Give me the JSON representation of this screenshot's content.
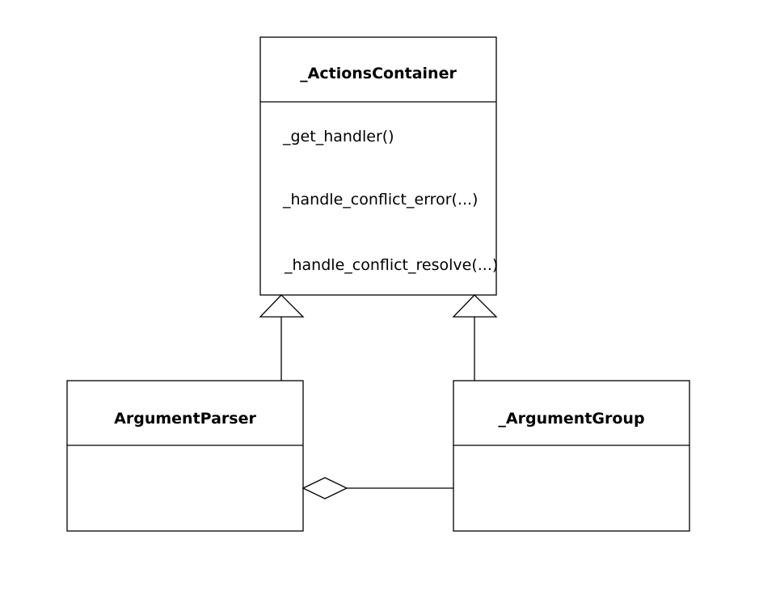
{
  "classes": {
    "actions_container": {
      "name": "_ActionsContainer",
      "methods": [
        "_get_handler()",
        "_handle_conflict_error(...)",
        "_handle_conflict_resolve(...)"
      ]
    },
    "argument_parser": {
      "name": "ArgumentParser"
    },
    "argument_group": {
      "name": "_ArgumentGroup"
    }
  },
  "relations": [
    {
      "type": "inheritance",
      "from": "ArgumentParser",
      "to": "_ActionsContainer"
    },
    {
      "type": "inheritance",
      "from": "_ArgumentGroup",
      "to": "_ActionsContainer"
    },
    {
      "type": "aggregation",
      "whole": "ArgumentParser",
      "part": "_ArgumentGroup"
    }
  ],
  "colors": {
    "stroke": "#000000",
    "fill": "#ffffff"
  }
}
